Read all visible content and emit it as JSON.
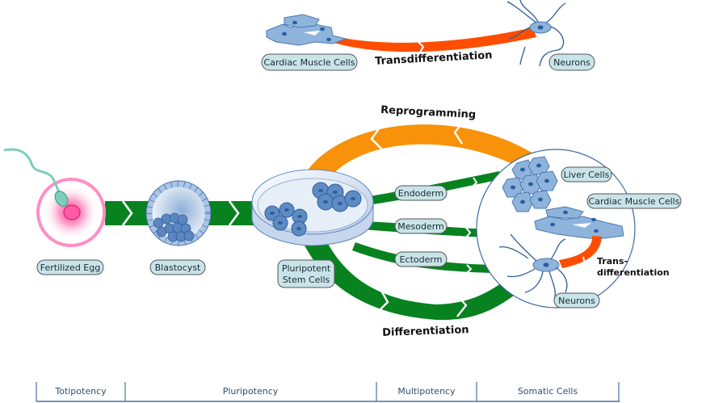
{
  "top": {
    "source_label": "Cardiac Muscle Cells",
    "target_label": "Neurons",
    "process_label": "Transdifferentiation"
  },
  "main": {
    "fertilized_egg_label": "Fertilized Egg",
    "blastocyst_label": "Blastocyst",
    "stem_cells_label_line1": "Pluripotent",
    "stem_cells_label_line2": "Stem Cells",
    "reprogramming_label": "Reprogramming",
    "differentiation_label": "Differentiation",
    "germ_layers": [
      "Endoderm",
      "Mesoderm",
      "Ectoderm"
    ],
    "somatic": {
      "liver_label": "Liver Cells",
      "cardiac_label": "Cardiac Muscle Cells",
      "neurons_label": "Neurons",
      "trans_line1": "Trans-",
      "trans_line2": "differentiation"
    }
  },
  "potency_bar": {
    "segments": [
      "Totipotency",
      "Pluripotency",
      "Multipotency",
      "Somatic Cells"
    ]
  },
  "colors": {
    "green": "#07821f",
    "orange": "#f7920a",
    "red_orange": "#ff4d00",
    "cell_blue": "#8fb4dc",
    "nucleus": "#2c5e9e",
    "pill_fill": "#c8e4e8",
    "pink": "#ff8ec4",
    "teal": "#7ecdb8"
  }
}
